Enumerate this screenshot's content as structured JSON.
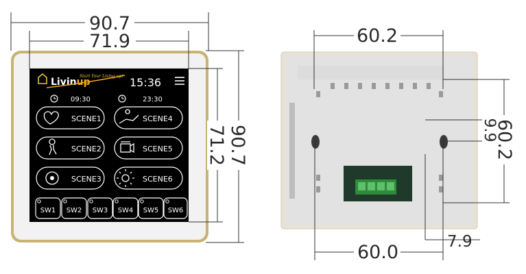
{
  "dimensions": {
    "front_outer_width": "90.7",
    "front_screen_width": "71.9",
    "front_outer_height": "90.7",
    "front_screen_height": "71.2",
    "back_top_width": "60.2",
    "back_bottom_width": "60.0",
    "back_right_height": "60.2",
    "back_hole_offset": "9.9",
    "back_bottom_offset": "7.9"
  },
  "screen": {
    "brand_tagline": "Start Your Living up!",
    "brand_name_1": "Livin",
    "brand_name_2": "up",
    "clock": "15:36",
    "timer1": "09:30",
    "timer2": "23:30",
    "scenes": [
      "SCENE1",
      "SCENE2",
      "SCENE3",
      "SCENE4",
      "SCENE5",
      "SCENE6"
    ],
    "switches": [
      "SW1",
      "SW2",
      "SW3",
      "SW4",
      "SW5",
      "SW6"
    ]
  },
  "colors": {
    "frame": "#c9b06a",
    "screen": "#000000",
    "back_plate": "#e4e4e4",
    "terminal": "#2f8a3b"
  }
}
